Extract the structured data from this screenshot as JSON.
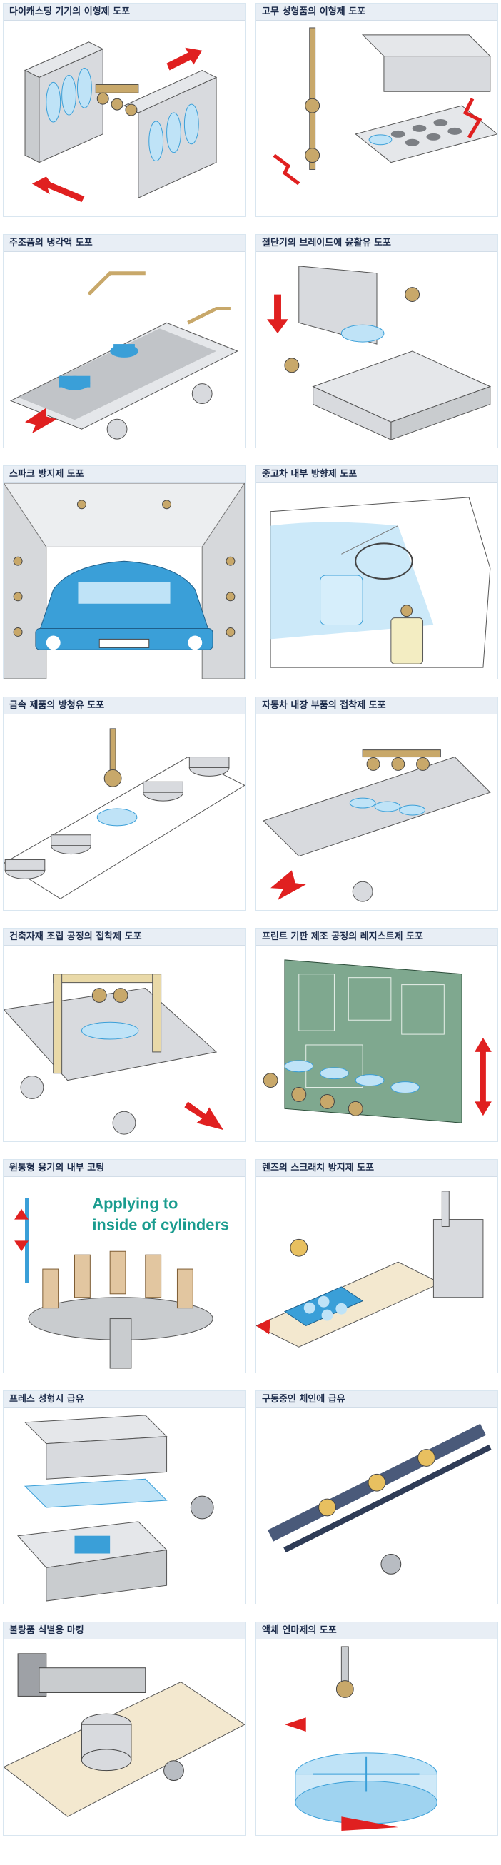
{
  "cards": [
    {
      "title": "다이캐스팅 기기의 이형제 도포"
    },
    {
      "title": "고무 성형품의 이형제 도포"
    },
    {
      "title": "주조품의 냉각액 도포"
    },
    {
      "title": "절단기의 브레이드에 윤활유 도포"
    },
    {
      "title": "스파크 방지제 도포"
    },
    {
      "title": "중고차 내부 방향제 도포"
    },
    {
      "title": "금속 제품의 방청유 도포"
    },
    {
      "title": "자동차 내장 부품의 접착제 도포"
    },
    {
      "title": "건축자재 조립 공정의 접착제 도포"
    },
    {
      "title": "프린트 기판 제조 공정의 레지스트제 도포"
    },
    {
      "title": "원통형 용기의 내부 코팅",
      "overlay": "Applying to\ninside of cylinders"
    },
    {
      "title": "렌즈의 스크래치 방지제 도포"
    },
    {
      "title": "프레스 성형시 급유"
    },
    {
      "title": "구동중인 체인에 급유"
    },
    {
      "title": "불량품 식별용 마킹"
    },
    {
      "title": "액체 연마제의 도포"
    }
  ],
  "colors": {
    "accent_blue": "#3a9fd8",
    "light_blue": "#bfe3f7",
    "arrow_red": "#e02020",
    "gray": "#d6d8db",
    "dark_gray": "#7c7f84",
    "gold": "#c8a86a",
    "teal_text": "#1a9c8f"
  }
}
